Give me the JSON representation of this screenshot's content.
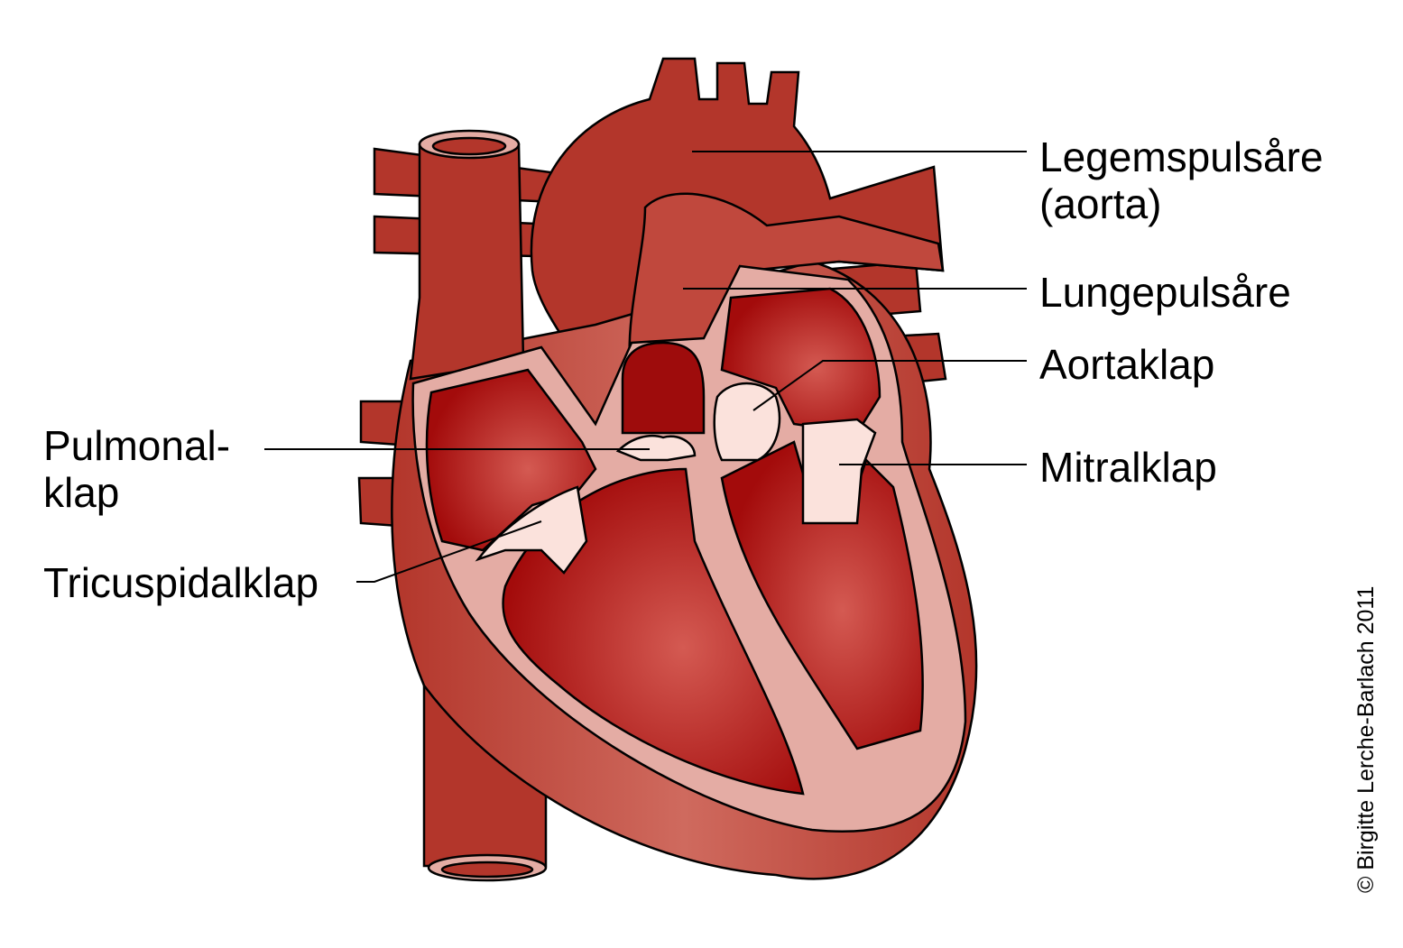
{
  "labels": {
    "aorta_line1": "Legemspulsåre",
    "aorta_line2": "(aorta)",
    "pulmonary_artery": "Lungepulsåre",
    "aortic_valve": "Aortaklap",
    "mitral_valve": "Mitralklap",
    "pulmonary_valve_line1": "Pulmonal-",
    "pulmonary_valve_line2": "klap",
    "tricuspid_valve": "Tricuspidalklap"
  },
  "copyright": "© Birgitte Lerche-Barlach 2011",
  "colors": {
    "muscle": "#b3362b",
    "chamber": "#a30b0b",
    "wall": "#e4aca4",
    "valve": "#fbe2dc"
  }
}
